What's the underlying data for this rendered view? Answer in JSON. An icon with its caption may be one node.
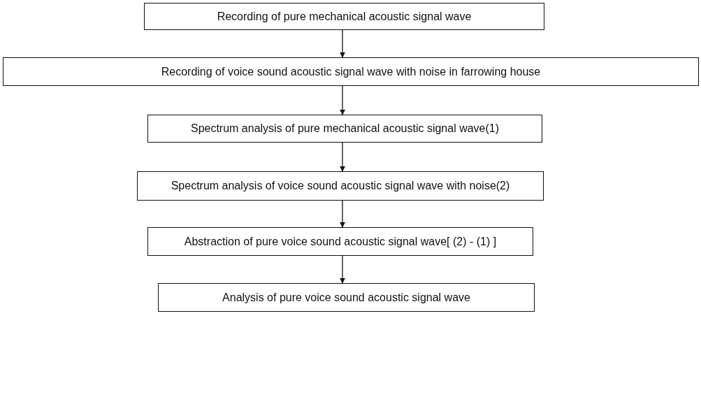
{
  "diagram": {
    "nodes": [
      {
        "text": [
          "Recording of pure mechanical acoustic signal wave"
        ]
      },
      {
        "text": [
          "Recording of voice sound acoustic signal wave with noise in farrowing house"
        ]
      },
      {
        "text": [
          "Spectrum analysis of pure mechanical acoustic signal wave(1)"
        ]
      },
      {
        "text": [
          "Spectrum analysis of voice sound acoustic signal wave with noise(2)"
        ]
      },
      {
        "text": [
          "Abstraction of pure voice sound acoustic signal wave[ (2) - (1) ]"
        ]
      },
      {
        "text": [
          "Analysis of pure voice sound acoustic signal wave"
        ]
      }
    ],
    "edges": [
      {
        "from": 0,
        "to": 1,
        "arrow": "to"
      },
      {
        "from": 1,
        "to": 2,
        "arrow": "to"
      },
      {
        "from": 2,
        "to": 3,
        "arrow": "to"
      },
      {
        "from": 3,
        "to": 4,
        "arrow": "to"
      },
      {
        "from": 4,
        "to": 5,
        "arrow": "to"
      }
    ]
  }
}
